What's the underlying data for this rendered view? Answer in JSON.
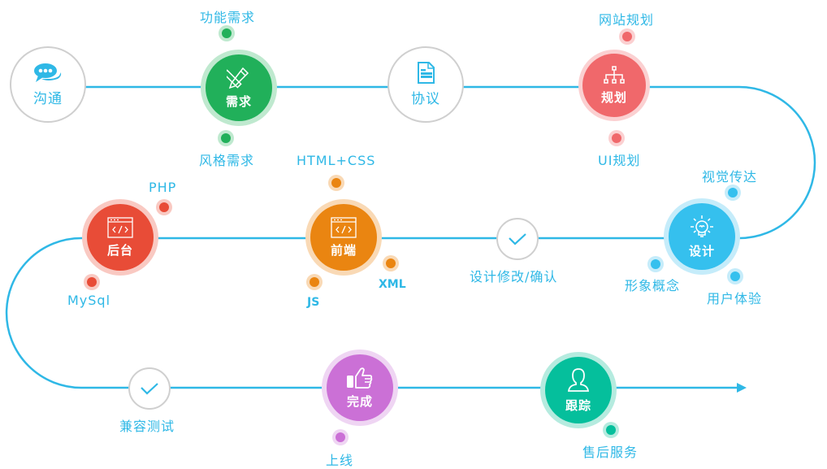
{
  "colors": {
    "line": "#2fb8e6",
    "text": "#2fb8e6",
    "outline": "#cfcfcf",
    "green": "#21b05a",
    "green_ring": "#bfe9cf",
    "red_pink": "#f0686b",
    "red_pink_ring": "#fbd0d1",
    "blue": "#35c0ee",
    "blue_ring": "#c5ecfa",
    "orange": "#ea8511",
    "orange_ring": "#f9d9b5",
    "red": "#e84c37",
    "red_ring": "#f9c9c2",
    "purple": "#cb70d6",
    "purple_ring": "#efd5f3",
    "teal": "#05bf9c",
    "teal_ring": "#b5ebdf"
  },
  "steps": {
    "communicate": {
      "label": "沟通",
      "icon": "chat-bubble-icon"
    },
    "requirements": {
      "label": "需求",
      "icon": "pencil-ruler-icon",
      "subs": [
        "功能需求",
        "风格需求"
      ]
    },
    "agreement": {
      "label": "协议",
      "icon": "document-icon"
    },
    "planning": {
      "label": "规划",
      "icon": "sitemap-icon",
      "subs": [
        "网站规划",
        "UI规划"
      ]
    },
    "design": {
      "label": "设计",
      "icon": "lightbulb-icon",
      "subs": [
        "视觉传达",
        "形象概念",
        "用户体验"
      ]
    },
    "design_confirm": {
      "label": "设计修改/确认",
      "icon": "checkmark-icon"
    },
    "frontend": {
      "label": "前端",
      "icon": "code-window-icon",
      "subs": [
        "HTML+CSS",
        "XML",
        "JS"
      ]
    },
    "backend": {
      "label": "后台",
      "icon": "code-window-icon",
      "subs": [
        "PHP",
        "MySql"
      ]
    },
    "compat_test": {
      "label": "兼容测试",
      "icon": "checkmark-icon"
    },
    "complete": {
      "label": "完成",
      "icon": "thumbs-up-icon",
      "subs": [
        "上线"
      ]
    },
    "follow_up": {
      "label": "跟踪",
      "icon": "user-icon",
      "subs": [
        "售后服务"
      ]
    }
  }
}
